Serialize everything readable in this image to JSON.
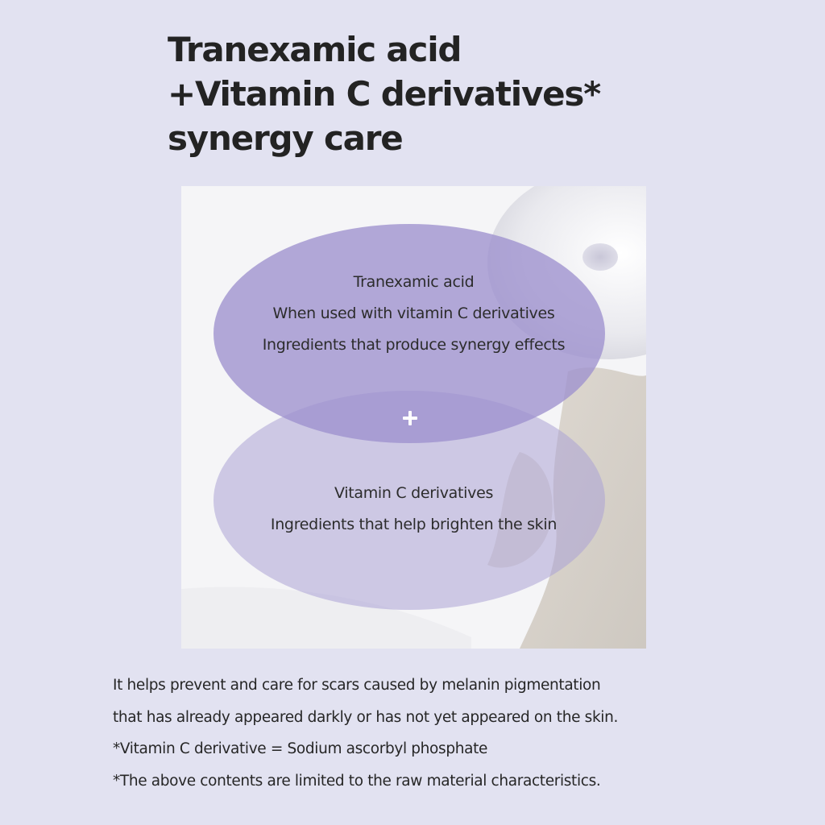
{
  "headline": {
    "lines": [
      "Tranexamic acid",
      "+Vitamin C derivatives*",
      "synergy care"
    ]
  },
  "visual": {
    "top_bubble": {
      "lines": [
        "Tranexamic acid",
        "When used with vitamin C derivatives",
        "Ingredients that produce synergy effects"
      ]
    },
    "plus_icon": "plus-icon",
    "bottom_bubble": {
      "lines": [
        "Vitamin C derivatives",
        "Ingredients that help brighten the skin"
      ]
    },
    "colors": {
      "top_bubble": "#9d91ce",
      "bottom_bubble": "#aca3d6"
    }
  },
  "body": {
    "lines": [
      "It helps prevent and care for scars caused by melanin pigmentation",
      "that has already appeared darkly or has not yet appeared on the skin.",
      "*Vitamin C derivative = Sodium ascorbyl phosphate",
      "*The above contents are limited to the raw material characteristics."
    ]
  },
  "colors": {
    "background": "#e2e2f1",
    "text": "#232323"
  }
}
